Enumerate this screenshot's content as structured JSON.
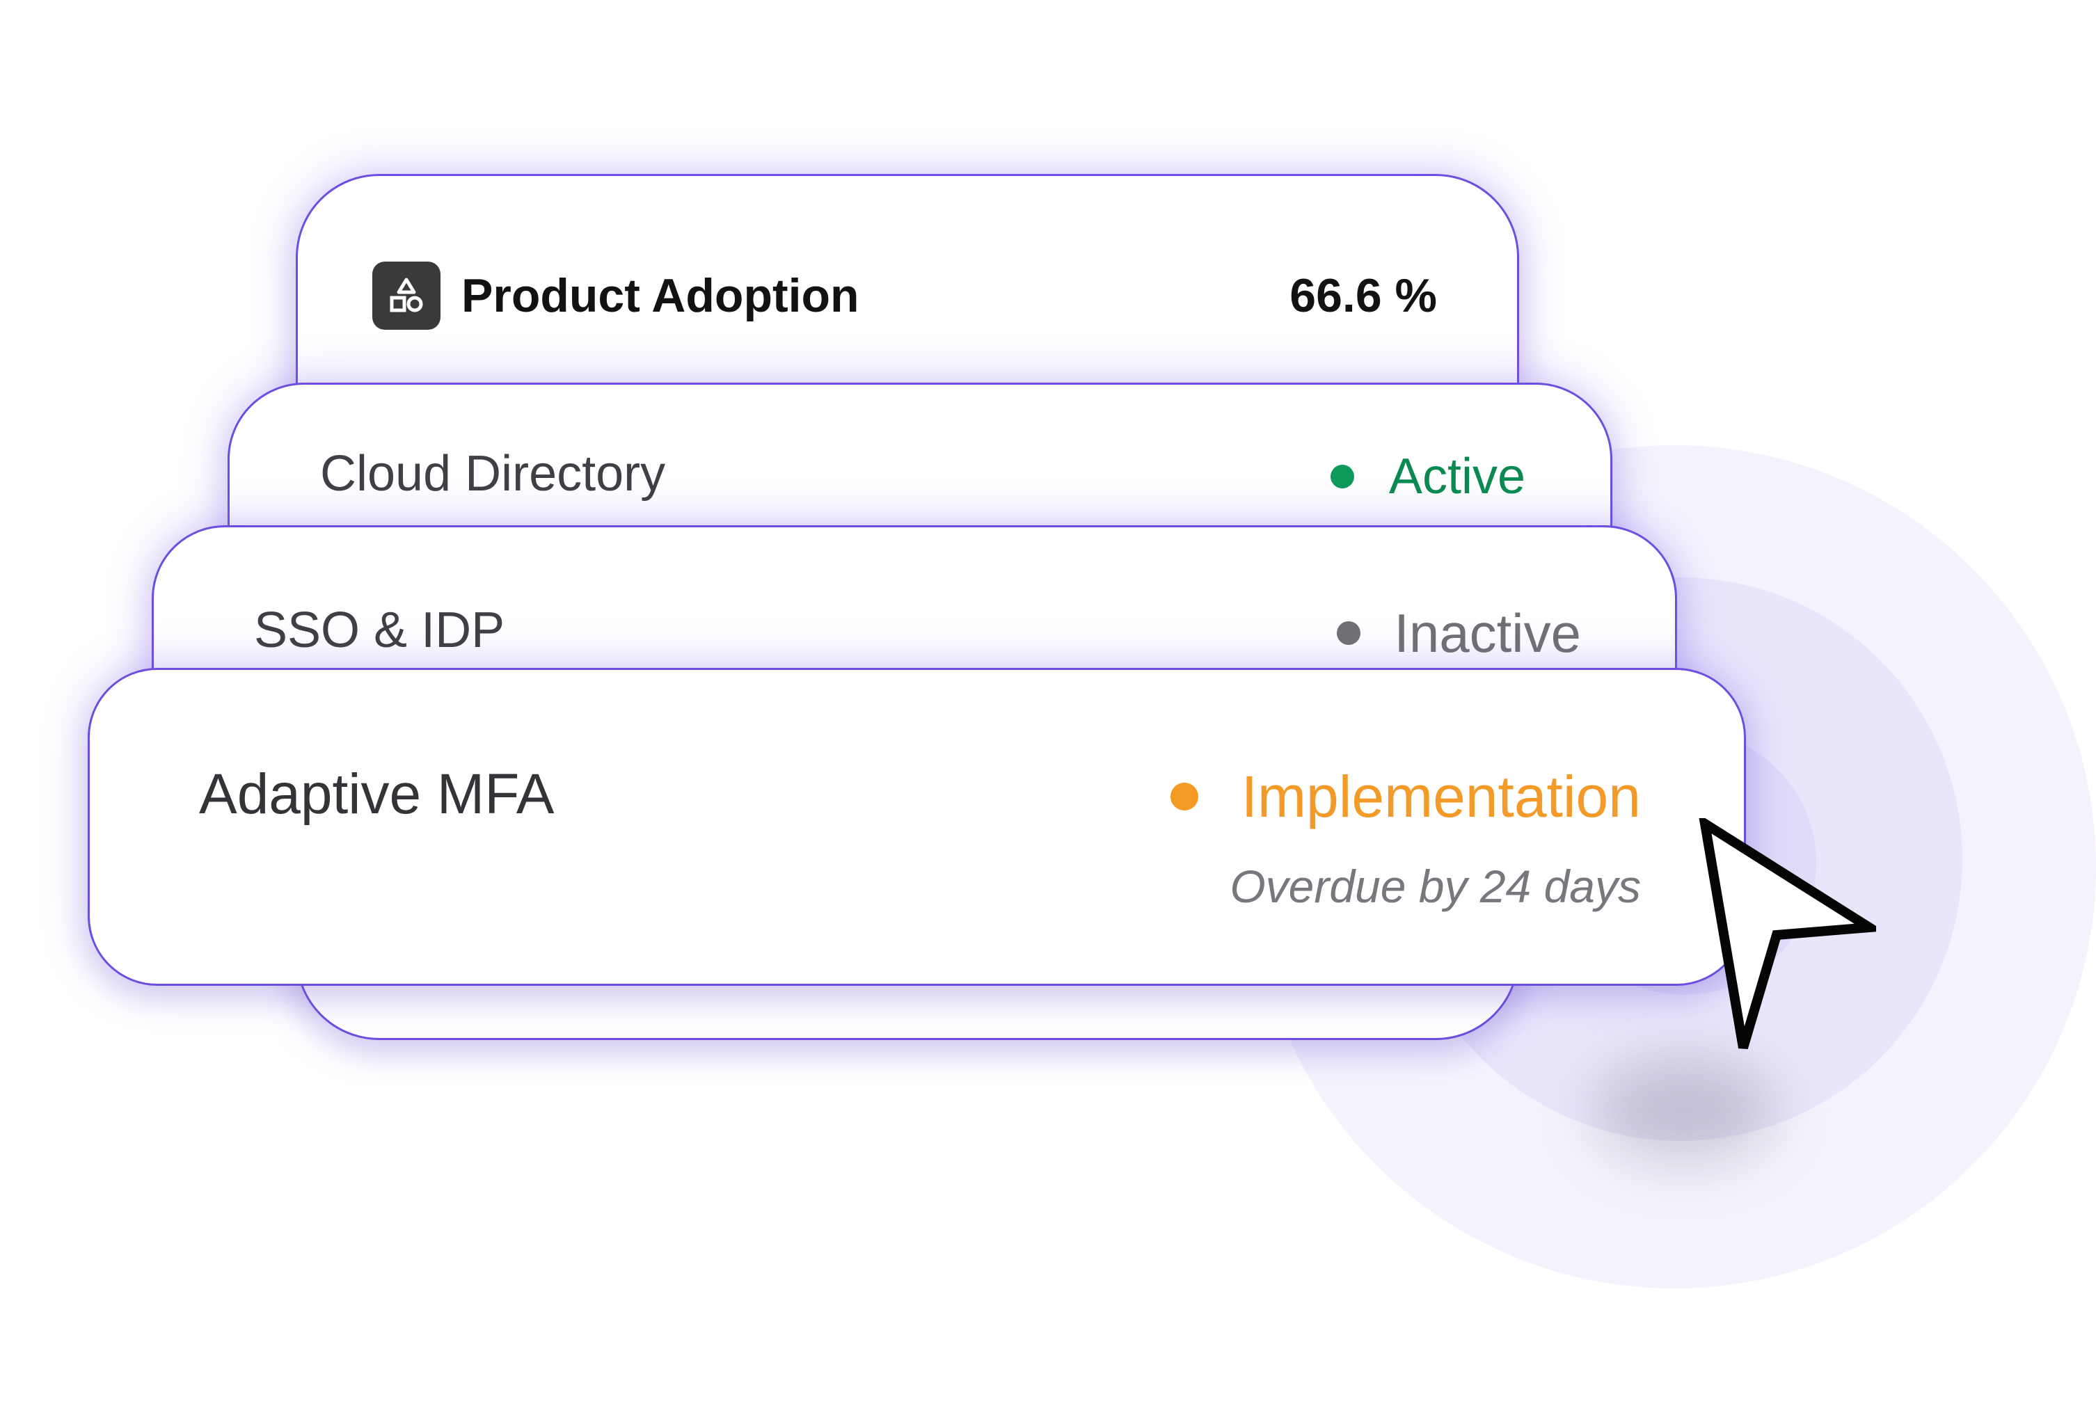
{
  "colors": {
    "accent_border": "#6d4ee0",
    "active": "#0a8a50",
    "inactive": "#6f6f76",
    "implementation": "#f39a28"
  },
  "header": {
    "icon": "shapes-icon",
    "title": "Product Adoption",
    "value": "66.6 %",
    "progress_percent": 66.6
  },
  "items": [
    {
      "name": "Cloud Directory",
      "status": "Active"
    },
    {
      "name": "SSO & IDP",
      "status": "Inactive"
    },
    {
      "name": "Adaptive MFA",
      "status": "Implementation",
      "note": "Overdue by 24 days"
    }
  ],
  "cursor": {
    "icon": "mouse-pointer-icon"
  }
}
